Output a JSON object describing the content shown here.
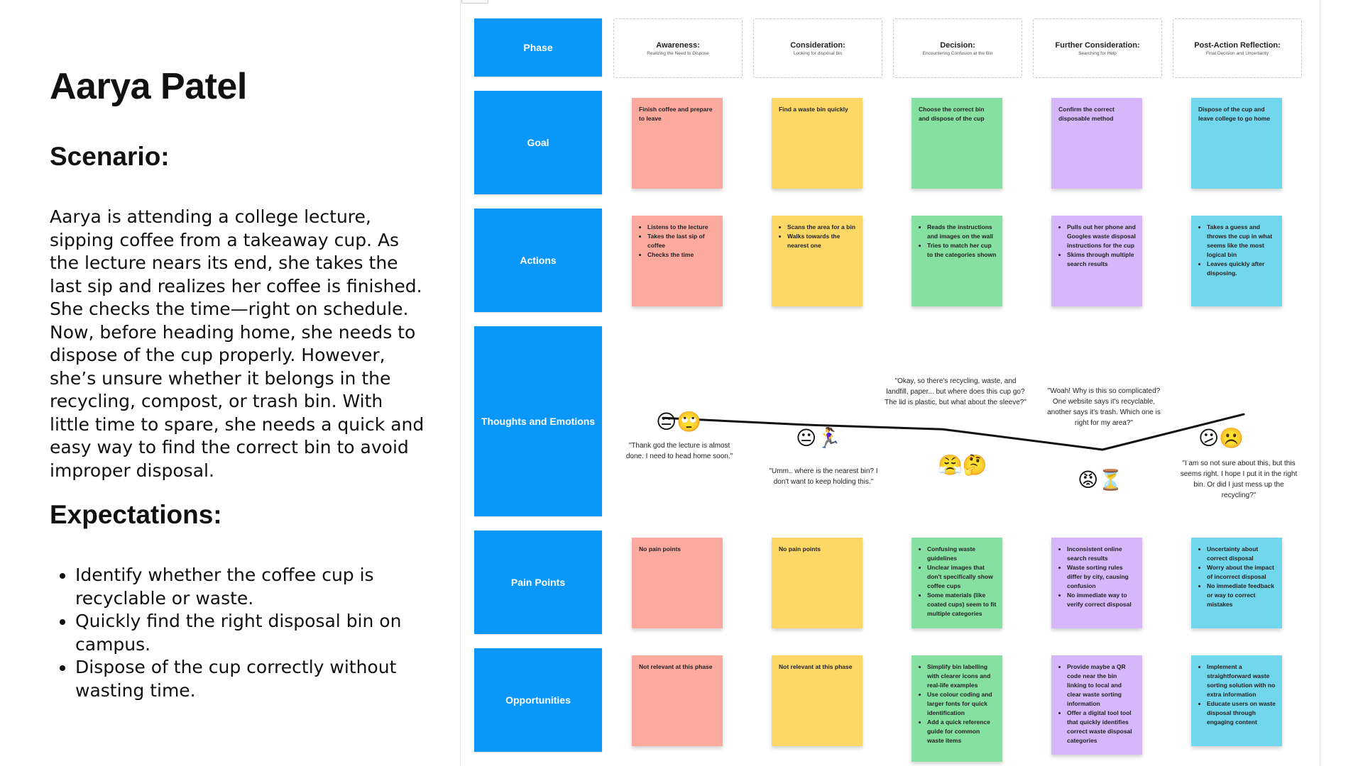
{
  "persona": {
    "name": "Aarya Patel",
    "scenario_heading": "Scenario:",
    "scenario_text": "Aarya is attending a college lecture, sipping coffee from a takeaway cup. As the lecture nears its end, she takes the last sip and realizes her coffee is finished. She checks the time—right on schedule. Now, before heading home, she needs to dispose of the cup properly. However, she’s unsure whether it belongs in the recycling, compost, or trash bin. With little time to spare, she needs a quick and easy way to find the correct bin to avoid improper disposal.",
    "expectations_heading": "Expectations:",
    "expectations": [
      "Identify whether the coffee cup is recyclable or waste.",
      "Quickly find the right disposal bin on campus.",
      "Dispose of the cup correctly without wasting time."
    ]
  },
  "colors": {
    "row_label": "#0b97f7",
    "stickies": [
      "#fca99e",
      "#fdd866",
      "#86e0a1",
      "#d7b7fb",
      "#72d6ec"
    ]
  },
  "rows": {
    "phase": "Phase",
    "goal": "Goal",
    "actions": "Actions",
    "thoughts": "Thoughts and Emotions",
    "pain": "Pain Points",
    "opportunities": "Opportunities"
  },
  "phases": [
    {
      "title": "Awareness:",
      "subtitle": "Realizing the Need to Dispose",
      "goal": "Finish coffee and prepare to leave",
      "actions": [
        "Listens to the lecture",
        "Takes the last sip of coffee",
        "Checks the time"
      ],
      "thought": "\"Thank god the lecture is almost done. I need to head home soon.\"",
      "emotions": "😐🙄",
      "pain_text": "No pain points",
      "opportunity_text": "Not relevant at this phase"
    },
    {
      "title": "Consideration:",
      "subtitle": "Looking for disposal bin",
      "goal": "Find a waste bin quickly",
      "actions": [
        "Scans the area for a bin",
        "Walks towards the nearest one"
      ],
      "thought": "\"Umm.. where is the nearest bin? I don't want to keep holding this.\"",
      "emotions": "😐🏃‍♀️",
      "pain_text": "No pain points",
      "opportunity_text": "Not relevant at this phase"
    },
    {
      "title": "Decision:",
      "subtitle": "Encountering Confusion at the Bin",
      "goal": "Choose the correct bin and dispose of the cup",
      "actions": [
        "Reads the instructions and images on the wall",
        "Tries to match her cup to the categories shown"
      ],
      "thought": "\"Okay, so there's recycling, waste, and landfill, paper... but where does this cup go? The lid is plastic, but what about the sleeve?\"",
      "emotions": "😤🤔",
      "pain": [
        "Confusing waste guidelines",
        "Unclear images that don't specifically show coffee cups",
        "Some materials (like coated cups) seem to fit multiple categories"
      ],
      "opportunities": [
        "Simplify bin labelling with clearer icons and real-life examples",
        "Use colour coding and larger fonts for quick identification",
        "Add a quick reference guide for common waste items"
      ]
    },
    {
      "title": "Further Consideration:",
      "subtitle": "Searching for Help",
      "goal": "Confirm the correct disposable method",
      "actions": [
        "Pulls out her phone and Googles waste disposal instructions for the cup",
        "Skims through multiple search results"
      ],
      "thought": "\"Woah! Why is this so complicated? One website says it's recyclable, another says it's trash. Which one is right for my area?\"",
      "emotions": "😡⏳",
      "pain": [
        "Inconsistent online search results",
        "Waste sorting rules differ by city, causing confusion",
        "No immediate way to verify correct disposal"
      ],
      "opportunities": [
        "Provide maybe a QR code near the bin linking to local and clear waste sorting information",
        "Offer a digital tool tool that quickly identifies correct waste disposal categories"
      ]
    },
    {
      "title": "Post-Action Reflection:",
      "subtitle": "Final Decision and Uncertainty",
      "goal": "Dispose of the cup and leave college to go home",
      "actions": [
        "Takes a guess and throws the cup in what seems like the most logical bin",
        "Leaves quickly after disposing."
      ],
      "thought": "\"I am so not sure about this, but this seems right. I hope I put it in the right bin. Or did I just mess up the recycling?\"",
      "emotions": "😕☹️",
      "pain": [
        "Uncertainty about correct disposal",
        "Worry about the impact of incorrect disposal",
        "No immediate feedback or way to correct mistakes"
      ],
      "opportunities": [
        "Implement a straightforward waste sorting solution with no extra information",
        "Educate users on waste disposal through engaging content"
      ]
    }
  ],
  "emotion_curve": [
    0.7,
    0.55,
    0.45,
    0.0,
    0.78
  ]
}
